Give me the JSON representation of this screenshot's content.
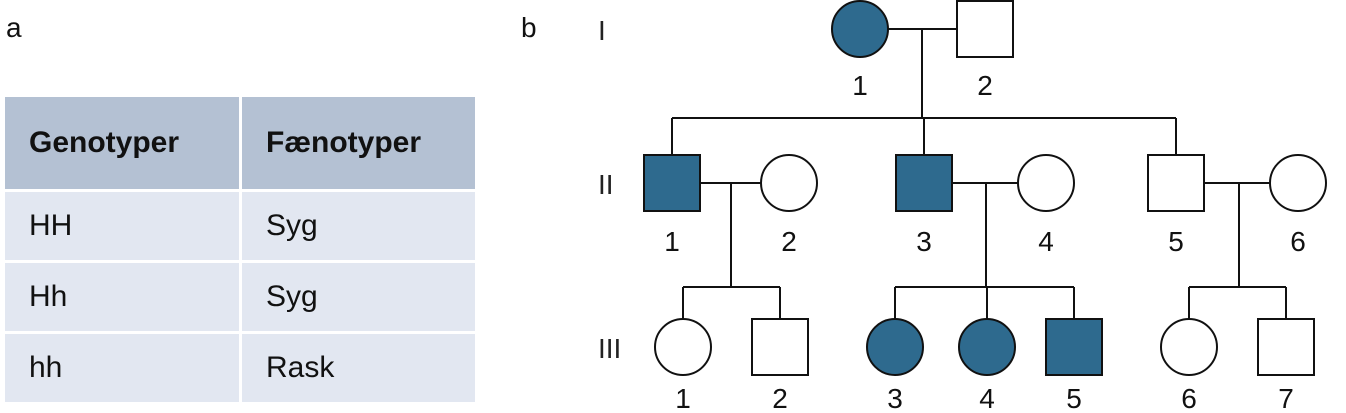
{
  "panels": {
    "a_label": "a",
    "b_label": "b"
  },
  "table": {
    "headers": [
      "Genotyper",
      "Fænotyper"
    ],
    "rows": [
      [
        "HH",
        "Syg"
      ],
      [
        "Hh",
        "Syg"
      ],
      [
        "hh",
        "Rask"
      ]
    ],
    "colors": {
      "header_bg": "#b4c1d3",
      "row_bg": "#e2e7f1"
    }
  },
  "pedigree": {
    "affected_color": "#2e6a8e",
    "unaffected_color": "#ffffff",
    "generations": [
      {
        "label": "I",
        "individuals": [
          {
            "id": "I-1",
            "number": "1",
            "sex": "female",
            "affected": true
          },
          {
            "id": "I-2",
            "number": "2",
            "sex": "male",
            "affected": false
          }
        ]
      },
      {
        "label": "II",
        "individuals": [
          {
            "id": "II-1",
            "number": "1",
            "sex": "male",
            "affected": true
          },
          {
            "id": "II-2",
            "number": "2",
            "sex": "female",
            "affected": false
          },
          {
            "id": "II-3",
            "number": "3",
            "sex": "male",
            "affected": true
          },
          {
            "id": "II-4",
            "number": "4",
            "sex": "female",
            "affected": false
          },
          {
            "id": "II-5",
            "number": "5",
            "sex": "male",
            "affected": false
          },
          {
            "id": "II-6",
            "number": "6",
            "sex": "female",
            "affected": false
          }
        ]
      },
      {
        "label": "III",
        "individuals": [
          {
            "id": "III-1",
            "number": "1",
            "sex": "female",
            "affected": false
          },
          {
            "id": "III-2",
            "number": "2",
            "sex": "male",
            "affected": false
          },
          {
            "id": "III-3",
            "number": "3",
            "sex": "female",
            "affected": true
          },
          {
            "id": "III-4",
            "number": "4",
            "sex": "female",
            "affected": true
          },
          {
            "id": "III-5",
            "number": "5",
            "sex": "male",
            "affected": true
          },
          {
            "id": "III-6",
            "number": "6",
            "sex": "female",
            "affected": false
          },
          {
            "id": "III-7",
            "number": "7",
            "sex": "male",
            "affected": false
          }
        ]
      }
    ],
    "couples": [
      {
        "partners": [
          "I-1",
          "I-2"
        ],
        "children": [
          "II-1",
          "II-3",
          "II-5"
        ]
      },
      {
        "partners": [
          "II-1",
          "II-2"
        ],
        "children": [
          "III-1",
          "III-2"
        ]
      },
      {
        "partners": [
          "II-3",
          "II-4"
        ],
        "children": [
          "III-3",
          "III-4",
          "III-5"
        ]
      },
      {
        "partners": [
          "II-5",
          "II-6"
        ],
        "children": [
          "III-6",
          "III-7"
        ]
      }
    ]
  }
}
